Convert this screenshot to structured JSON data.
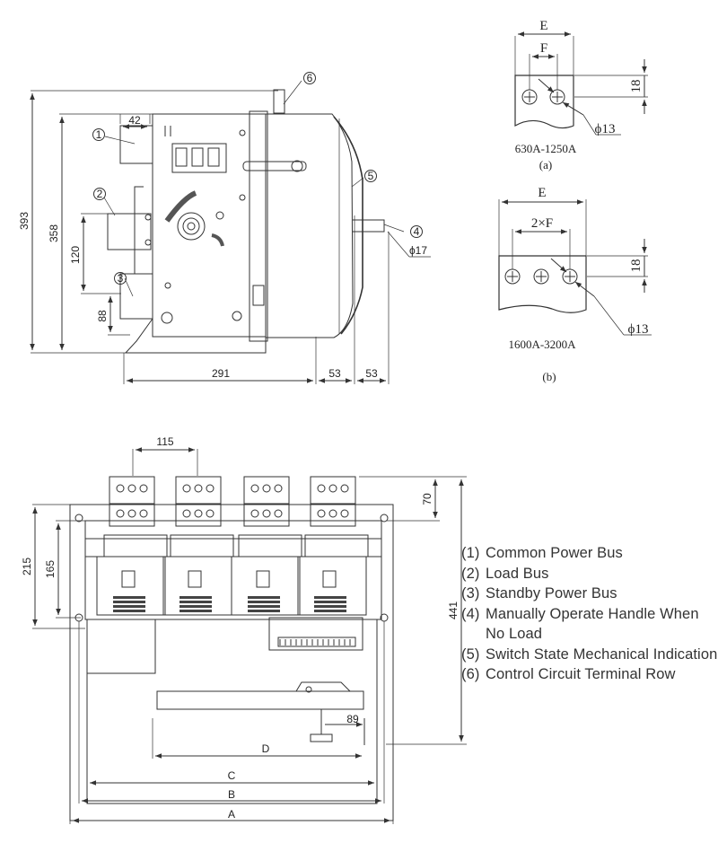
{
  "side_view": {
    "dims": {
      "height_total": "393",
      "height_358": "358",
      "height_120": "120",
      "height_88": "88",
      "top_42": "42",
      "bottom_291": "291",
      "bottom_53a": "53",
      "bottom_53b": "53",
      "handle_dia": "ϕ17"
    },
    "callouts": [
      "1",
      "2",
      "3",
      "4",
      "5",
      "6"
    ]
  },
  "detail_a": {
    "dim_e": "E",
    "dim_f": "F",
    "dim_18": "18",
    "hole_dia": "ϕ13",
    "range": "630A-1250A",
    "label": "(a)"
  },
  "detail_b": {
    "dim_e": "E",
    "dim_2xf": "2×F",
    "dim_18": "18",
    "hole_dia": "ϕ13",
    "range": "1600A-3200A",
    "label": "(b)"
  },
  "front_view": {
    "dims": {
      "pitch_115": "115",
      "top_70": "70",
      "height_215": "215",
      "height_165": "165",
      "height_441": "441",
      "dim_89": "89",
      "dim_d": "D",
      "dim_c": "C",
      "dim_b": "B",
      "dim_a": "A"
    }
  },
  "legend": [
    {
      "num": "(1)",
      "text": "Common Power Bus"
    },
    {
      "num": "(2)",
      "text": "Load Bus"
    },
    {
      "num": "(3)",
      "text": "Standby Power Bus"
    },
    {
      "num": "(4)",
      "text": "Manually Operate Handle When No Load"
    },
    {
      "num": "(5)",
      "text": "Switch State Mechanical Indication"
    },
    {
      "num": "(6)",
      "text": "Control Circuit Terminal Row"
    }
  ]
}
